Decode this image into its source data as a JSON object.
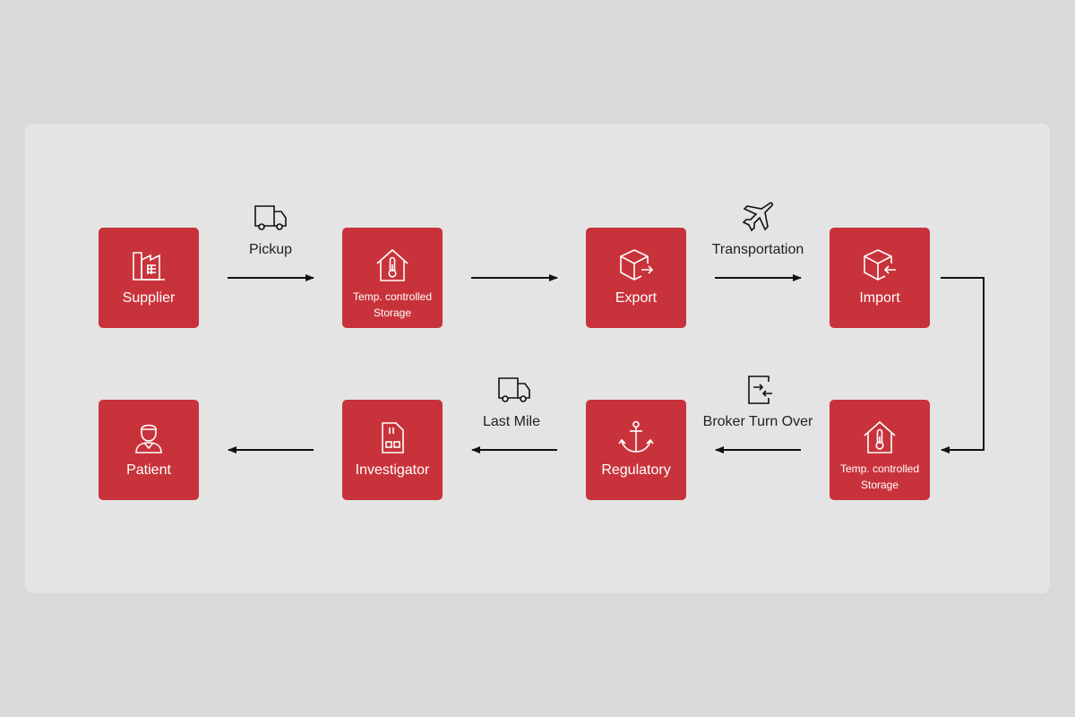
{
  "colors": {
    "node_fill": "#c8333b",
    "arrow": "#111111",
    "panel": "#e4e4e4",
    "background": "#d9d9d9"
  },
  "nodes": {
    "supplier": {
      "label": "Supplier",
      "icon": "factory-icon"
    },
    "storage1": {
      "label": "Temp. controlled Storage",
      "icon": "thermometer-house-icon"
    },
    "export": {
      "label": "Export",
      "icon": "box-export-icon"
    },
    "import": {
      "label": "Import",
      "icon": "box-import-icon"
    },
    "storage2": {
      "label": "Temp. controlled Storage",
      "icon": "thermometer-house-icon"
    },
    "regulatory": {
      "label": "Regulatory",
      "icon": "anchor-icon"
    },
    "investigator": {
      "label": "Investigator",
      "icon": "sim-card-icon"
    },
    "patient": {
      "label": "Patient",
      "icon": "patient-icon"
    }
  },
  "steps": {
    "pickup": {
      "label": "Pickup",
      "icon": "truck-icon"
    },
    "transportation": {
      "label": "Transportation",
      "icon": "airplane-icon"
    },
    "broker": {
      "label": "Broker Turn Over",
      "icon": "handover-icon"
    },
    "last_mile": {
      "label": "Last Mile",
      "icon": "truck-icon"
    }
  }
}
